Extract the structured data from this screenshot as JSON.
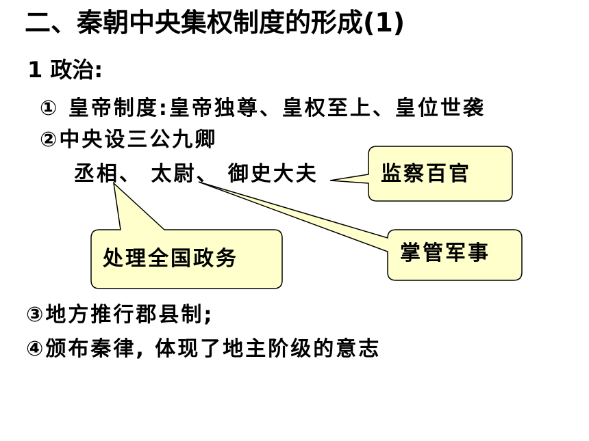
{
  "slide": {
    "title": "二、秦朝中央集权制度的形成(1)",
    "section": "1  政治:",
    "points": [
      "① 皇帝制度:皇帝独尊、皇权至上、皇位世袭",
      "②中央设三公九卿",
      "丞相、 太尉、 御史大夫",
      "③地方推行郡县制;",
      "④颁布秦律, 体现了地主阶级的意志"
    ],
    "callouts": {
      "jiancha": "监察百官",
      "chuli": "处理全国政务",
      "zhangguan": "掌管军事"
    },
    "colors": {
      "callout_fill": "#FFFFCC",
      "callout_stroke": "#000000",
      "text": "#000000"
    }
  }
}
